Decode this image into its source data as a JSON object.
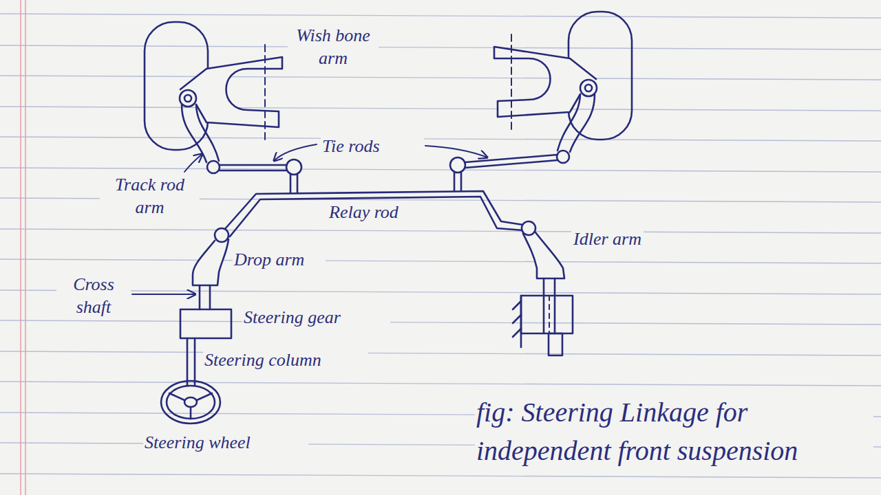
{
  "diagram": {
    "caption": "fig: Steering Linkage for independent front suspension",
    "labels": [
      "Wish bone arm",
      "Tie rods",
      "Track rod arm",
      "Relay rod",
      "Drop arm",
      "Idler arm",
      "Cross shaft",
      "Steering gear",
      "Steering column",
      "Steering wheel"
    ]
  }
}
